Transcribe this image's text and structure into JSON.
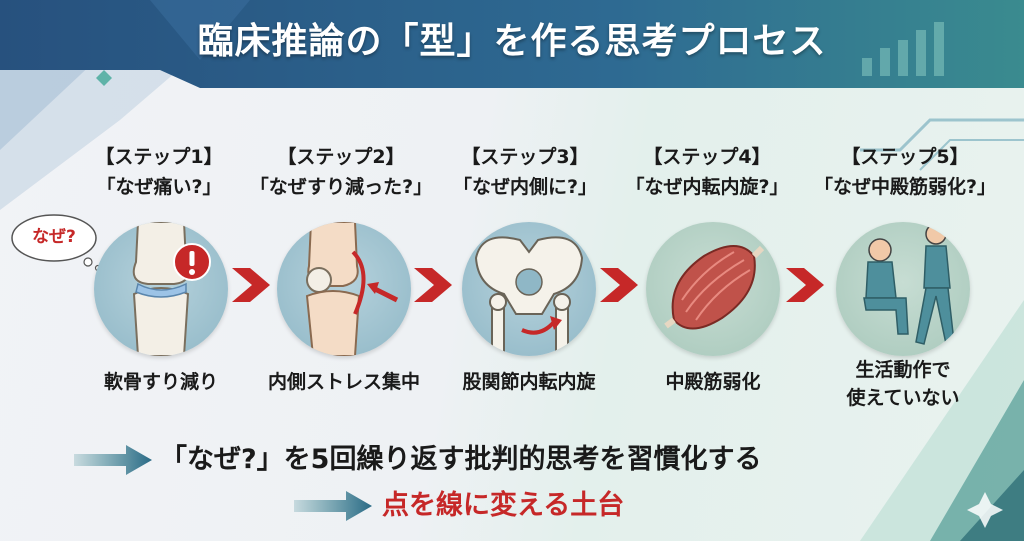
{
  "title": "臨床推論の「型」を作る思考プロセス",
  "bubble": {
    "text": "なぜ?"
  },
  "steps": [
    {
      "label": "【ステップ1】",
      "question": "「なぜ痛い?」",
      "caption": "軟骨すり減り",
      "icon": "knee-cartilage-icon"
    },
    {
      "label": "【ステップ2】",
      "question": "「なぜすり減った?」",
      "caption": "内側ストレス集中",
      "icon": "knee-medial-stress-icon"
    },
    {
      "label": "【ステップ3】",
      "question": "「なぜ内側に?」",
      "caption": "股関節内転内旋",
      "icon": "pelvis-hip-icon"
    },
    {
      "label": "【ステップ4】",
      "question": "「なぜ内転内旋?」",
      "caption": "中殿筋弱化",
      "icon": "muscle-icon"
    },
    {
      "label": "【ステップ5】",
      "question": "「なぜ中殿筋弱化?」",
      "caption_line1": "生活動作で",
      "caption_line2": "使えていない",
      "icon": "person-sitting-walking-icon"
    }
  ],
  "summary": {
    "line1": "「なぜ?」を5回繰り返す批判的思考を習慣化する",
    "line2": "点を線に変える土台"
  },
  "colors": {
    "title_band": "#2f5f8f",
    "chevron": "#c62828",
    "accent_red": "#c62828",
    "arrow_teal": "#2a7a86"
  }
}
